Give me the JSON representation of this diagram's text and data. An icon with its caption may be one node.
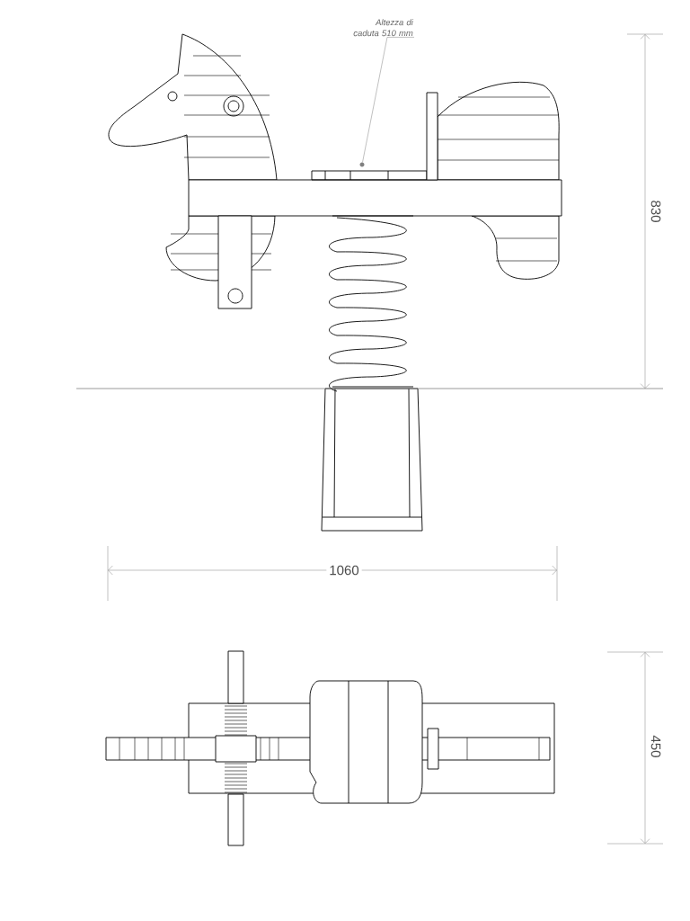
{
  "diagram": {
    "nodes": [
      {
        "text": [
          "Altezza di caduta 510 mm"
        ]
      },
      {
        "text": [],
        "shape": "circle"
      }
    ],
    "edges": [
      {
        "from": 0,
        "to": 1,
        "arrow": "none"
      }
    ],
    "labels": [
      "830",
      "1060",
      "450"
    ]
  }
}
